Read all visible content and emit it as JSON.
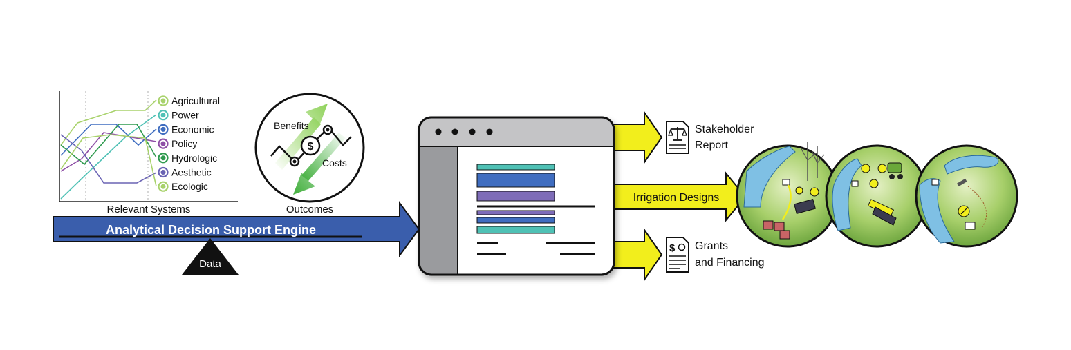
{
  "systems": {
    "caption": "Relevant Systems",
    "items": [
      {
        "label": "Agricultural",
        "color": "#a8d26b"
      },
      {
        "label": "Power",
        "color": "#4fc1b5"
      },
      {
        "label": "Economic",
        "color": "#3f6dc0"
      },
      {
        "label": "Policy",
        "color": "#8e4fa6"
      },
      {
        "label": "Hydrologic",
        "color": "#2f9a4e"
      },
      {
        "label": "Aesthetic",
        "color": "#6a63b4"
      },
      {
        "label": "Ecologic",
        "color": "#a8d26b"
      }
    ]
  },
  "outcomes": {
    "caption": "Outcomes",
    "benefits": "Benefits",
    "costs": "Costs",
    "currency": "$"
  },
  "engine": {
    "label": "Analytical Decision Support Engine",
    "color": "#3a5eac"
  },
  "fulcrum": {
    "label": "Data"
  },
  "outputs": {
    "report_line1": "Stakeholder",
    "report_line2": "Report",
    "irrigation": "Irrigation Designs",
    "grants_line1": "Grants",
    "grants_line2": "and Financing",
    "grants_icon": "$",
    "arrow_color": "#f2ee1c"
  },
  "icons": {
    "report": "scales-document-icon",
    "grants": "dollar-document-icon",
    "scenes": "irrigation-landscape-icon"
  }
}
